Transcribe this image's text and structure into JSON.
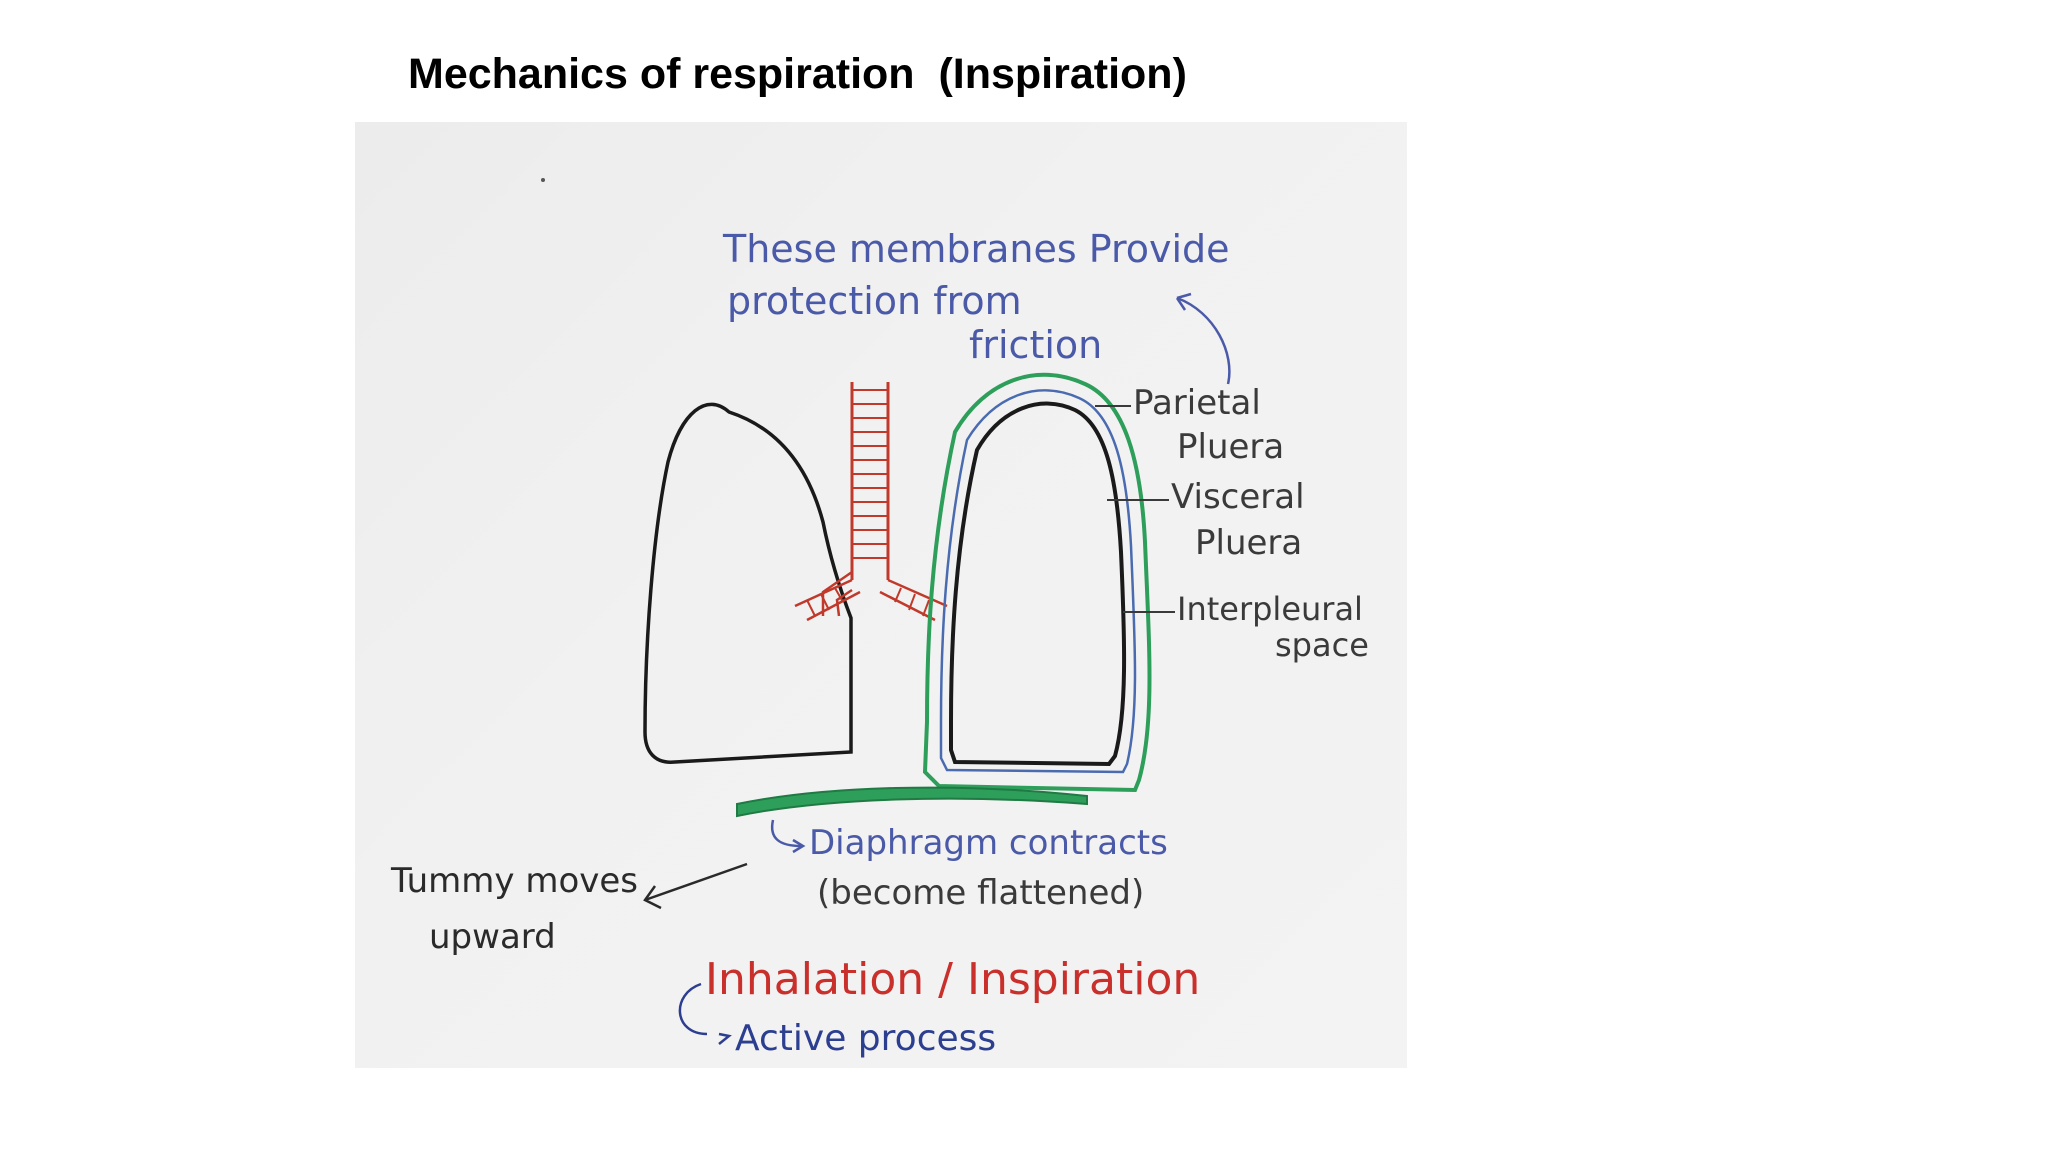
{
  "slide": {
    "title": "Mechanics of respiration  (Inspiration)"
  },
  "diagram": {
    "note": {
      "line1": "These membranes  Provide",
      "line2": "protection from",
      "line3": "friction"
    },
    "labels": {
      "parietal_1": "Parietal",
      "parietal_2": "Pluera",
      "visceral_1": "Visceral",
      "visceral_2": "Pluera",
      "interpleural_1": "Interpleural",
      "interpleural_2": "space",
      "diaphragm_1": "Diaphragm contracts",
      "diaphragm_2": "(become  flattened)",
      "tummy_1": "Tummy moves",
      "tummy_2": "upward",
      "inhalation": "Inhalation / Inspiration",
      "active": "Active process"
    },
    "colors": {
      "outline": "#1a1a1a",
      "trachea": "#c0392b",
      "pleura": "#2e9e5b",
      "note_blue": "#4a5aa8",
      "label_gray": "#3a3a3a",
      "inhalation_red": "#c9302c",
      "active_blue": "#2c3e8f"
    }
  }
}
